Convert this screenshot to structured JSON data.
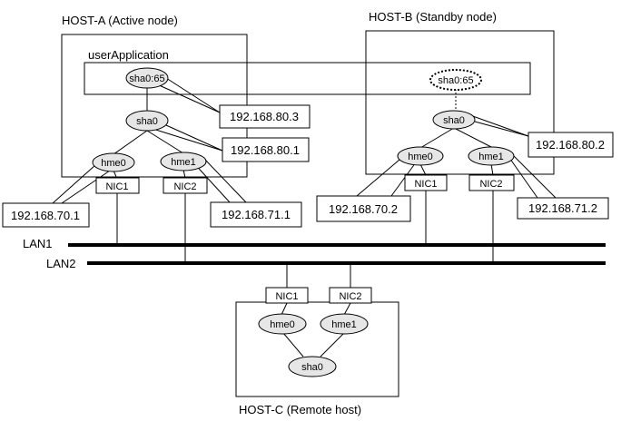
{
  "hosts": {
    "a": {
      "title": "HOST-A (Active node)"
    },
    "b": {
      "title": "HOST-B (Standby node)"
    },
    "c": {
      "title": "HOST-C (Remote host)"
    }
  },
  "user_application": {
    "label": "userApplication"
  },
  "interfaces": {
    "a_takeover": "sha0:65",
    "a_sha0": "sha0",
    "a_hme0": "hme0",
    "a_hme1": "hme1",
    "b_takeover": "sha0:65",
    "b_sha0": "sha0",
    "b_hme0": "hme0",
    "b_hme1": "hme1",
    "c_hme0": "hme0",
    "c_hme1": "hme1",
    "c_sha0": "sha0"
  },
  "nics": {
    "a_nic1": "NIC1",
    "a_nic2": "NIC2",
    "b_nic1": "NIC1",
    "b_nic2": "NIC2",
    "c_nic1": "NIC1",
    "c_nic2": "NIC2"
  },
  "addresses": {
    "a_takeover": "192.168.80.3",
    "a_sha0": "192.168.80.1",
    "a_hme0": "192.168.70.1",
    "a_hme1": "192.168.71.1",
    "b_sha0": "192.168.80.2",
    "b_hme0": "192.168.70.2",
    "b_hme1": "192.168.71.2"
  },
  "lans": {
    "lan1": "LAN1",
    "lan2": "LAN2"
  },
  "colors": {
    "node_fill": "#e6e6e6",
    "line": "#000000"
  }
}
